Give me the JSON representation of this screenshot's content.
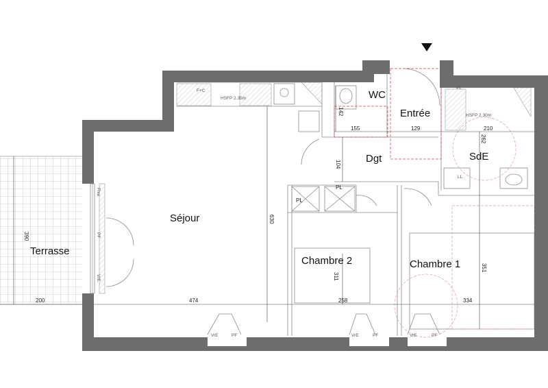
{
  "rooms": {
    "sejour": "Séjour",
    "terrasse": "Terrasse",
    "chambre1": "Chambre 1",
    "chambre2": "Chambre 2",
    "entree": "Entrée",
    "wc": "WC",
    "dgt": "Dgt",
    "sde": "SdE"
  },
  "dimensions": {
    "d200": "200",
    "d474": "474",
    "d258": "258",
    "d334": "334",
    "d630": "630",
    "d390": "390",
    "d311": "311",
    "d351": "351",
    "d155": "155",
    "d129": "129",
    "d210": "210",
    "d142": "142",
    "d104": "104",
    "d262": "262"
  },
  "labels": {
    "hsfp_kitchen": "HSFP 2.35m",
    "hsfp_sde": "HSFP 2.30m",
    "pl1": "PL",
    "pl2": "PL",
    "pl3": "PL",
    "ll": "LL",
    "fc": "F+C",
    "fixe": "Fixe",
    "pf_left": "PF",
    "vre_left": "VrE",
    "vre_1": "VrE",
    "pf_1": "PF",
    "vre_2": "VrE",
    "pf_2": "PF",
    "vre_3": "VrE",
    "pf_3": "PF"
  },
  "colors": {
    "wall": "#6d6d6d",
    "dimension_accent": "#d04040"
  },
  "icons": {
    "entrance_marker": "down-triangle-icon"
  }
}
